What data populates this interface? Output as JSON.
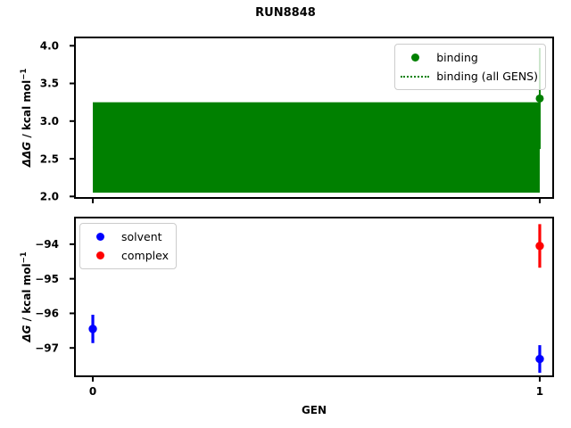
{
  "title": "RUN8848",
  "chart_data": [
    {
      "type": "scatter",
      "ylabel_math": "ΔΔG",
      "ylabel_rest": " / kcal mol",
      "ylabel_sup": "−1",
      "xlim": [
        -0.04,
        1.03
      ],
      "ylim": [
        1.98,
        4.11
      ],
      "yticks": [
        2.0,
        2.5,
        3.0,
        3.5,
        4.0
      ],
      "ytick_labels": [
        "2.0",
        "2.5",
        "3.0",
        "3.5",
        "4.0"
      ],
      "xticks": [
        0,
        1
      ],
      "xtick_labels": [],
      "grid": false,
      "series": [
        {
          "name": "binding",
          "color": "#008000",
          "x": [
            1
          ],
          "y": [
            3.3
          ],
          "yerr": [
            0.67
          ]
        }
      ],
      "band": {
        "name": "binding (all GENS)",
        "color": "#008000",
        "x_range": [
          0,
          1
        ],
        "y_center": 2.65,
        "y_low": 2.05,
        "y_high": 3.25,
        "line_style": "dotted"
      },
      "legend": {
        "position": "upper right",
        "entries": [
          {
            "label": "binding",
            "marker": "circle",
            "color": "#008000"
          },
          {
            "label": "binding (all GENS)",
            "marker": "dotted-line",
            "color": "#008000"
          }
        ]
      }
    },
    {
      "type": "scatter",
      "xlabel": "GEN",
      "ylabel_math": "ΔG",
      "ylabel_rest": " / kcal mol",
      "ylabel_sup": "−1",
      "xlim": [
        -0.04,
        1.03
      ],
      "ylim": [
        -97.82,
        -93.23
      ],
      "yticks": [
        -97,
        -96,
        -95,
        -94
      ],
      "ytick_labels": [
        "−97",
        "−96",
        "−95",
        "−94"
      ],
      "xticks": [
        0,
        1
      ],
      "xtick_labels": [
        "0",
        "1"
      ],
      "grid": false,
      "series": [
        {
          "name": "solvent",
          "color": "#0000ff",
          "x": [
            0,
            1
          ],
          "y": [
            -96.45,
            -97.32
          ],
          "yerr": [
            0.41,
            0.4
          ]
        },
        {
          "name": "complex",
          "color": "#ff0000",
          "x": [
            1
          ],
          "y": [
            -94.05
          ],
          "yerr": [
            0.63
          ]
        }
      ],
      "legend": {
        "position": "upper left",
        "entries": [
          {
            "label": "solvent",
            "marker": "circle",
            "color": "#0000ff"
          },
          {
            "label": "complex",
            "marker": "circle",
            "color": "#ff0000"
          }
        ]
      }
    }
  ]
}
